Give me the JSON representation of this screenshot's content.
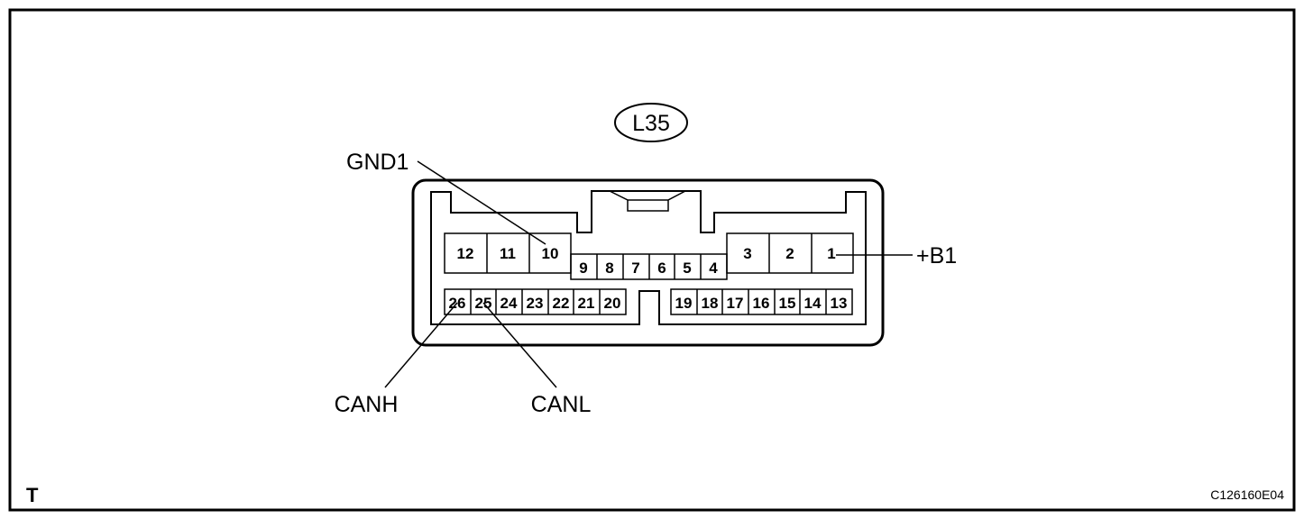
{
  "connector": {
    "id": "L35",
    "top_row_outer": [
      "12",
      "11",
      "10",
      "3",
      "2",
      "1"
    ],
    "top_row_inner": [
      "9",
      "8",
      "7",
      "6",
      "5",
      "4"
    ],
    "bottom_row_left": [
      "26",
      "25",
      "24",
      "23",
      "22",
      "21",
      "20"
    ],
    "bottom_row_right": [
      "19",
      "18",
      "17",
      "16",
      "15",
      "14",
      "13"
    ]
  },
  "callouts": {
    "gnd1": "GND1",
    "b1": "+B1",
    "canh": "CANH",
    "canl": "CANL"
  },
  "footer": {
    "left_tag": "T",
    "figure_code": "C126160E04"
  }
}
